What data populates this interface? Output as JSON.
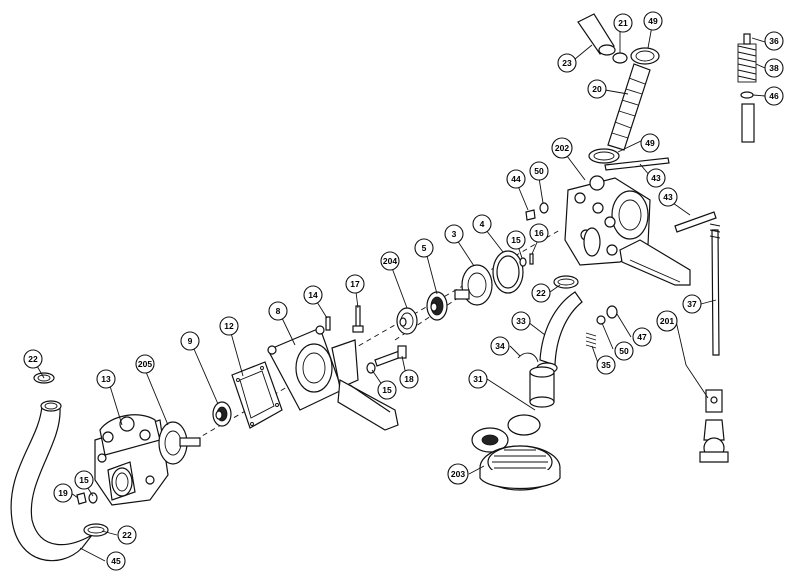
{
  "callouts": [
    {
      "id": "c-22-top",
      "label": "22"
    },
    {
      "id": "c-13",
      "label": "13"
    },
    {
      "id": "c-205",
      "label": "205"
    },
    {
      "id": "c-9",
      "label": "9"
    },
    {
      "id": "c-12",
      "label": "12"
    },
    {
      "id": "c-8",
      "label": "8"
    },
    {
      "id": "c-14",
      "label": "14"
    },
    {
      "id": "c-17",
      "label": "17"
    },
    {
      "id": "c-18",
      "label": "18"
    },
    {
      "id": "c-15-mid",
      "label": "15"
    },
    {
      "id": "c-204",
      "label": "204"
    },
    {
      "id": "c-5",
      "label": "5"
    },
    {
      "id": "c-3",
      "label": "3"
    },
    {
      "id": "c-4",
      "label": "4"
    },
    {
      "id": "c-15-right",
      "label": "15"
    },
    {
      "id": "c-16",
      "label": "16"
    },
    {
      "id": "c-44",
      "label": "44"
    },
    {
      "id": "c-50-top",
      "label": "50"
    },
    {
      "id": "c-202",
      "label": "202"
    },
    {
      "id": "c-49-mid",
      "label": "49"
    },
    {
      "id": "c-43-top",
      "label": "43"
    },
    {
      "id": "c-43-right",
      "label": "43"
    },
    {
      "id": "c-23",
      "label": "23"
    },
    {
      "id": "c-21",
      "label": "21"
    },
    {
      "id": "c-49-top",
      "label": "49"
    },
    {
      "id": "c-20",
      "label": "20"
    },
    {
      "id": "c-36",
      "label": "36"
    },
    {
      "id": "c-38",
      "label": "38"
    },
    {
      "id": "c-46",
      "label": "46"
    },
    {
      "id": "c-22-mid",
      "label": "22"
    },
    {
      "id": "c-33",
      "label": "33"
    },
    {
      "id": "c-34",
      "label": "34"
    },
    {
      "id": "c-31",
      "label": "31"
    },
    {
      "id": "c-203",
      "label": "203"
    },
    {
      "id": "c-37",
      "label": "37"
    },
    {
      "id": "c-47",
      "label": "47"
    },
    {
      "id": "c-50-bot",
      "label": "50"
    },
    {
      "id": "c-35",
      "label": "35"
    },
    {
      "id": "c-201",
      "label": "201"
    },
    {
      "id": "c-19",
      "label": "19"
    },
    {
      "id": "c-15-left",
      "label": "15"
    },
    {
      "id": "c-22-bot",
      "label": "22"
    },
    {
      "id": "c-45",
      "label": "45"
    }
  ]
}
